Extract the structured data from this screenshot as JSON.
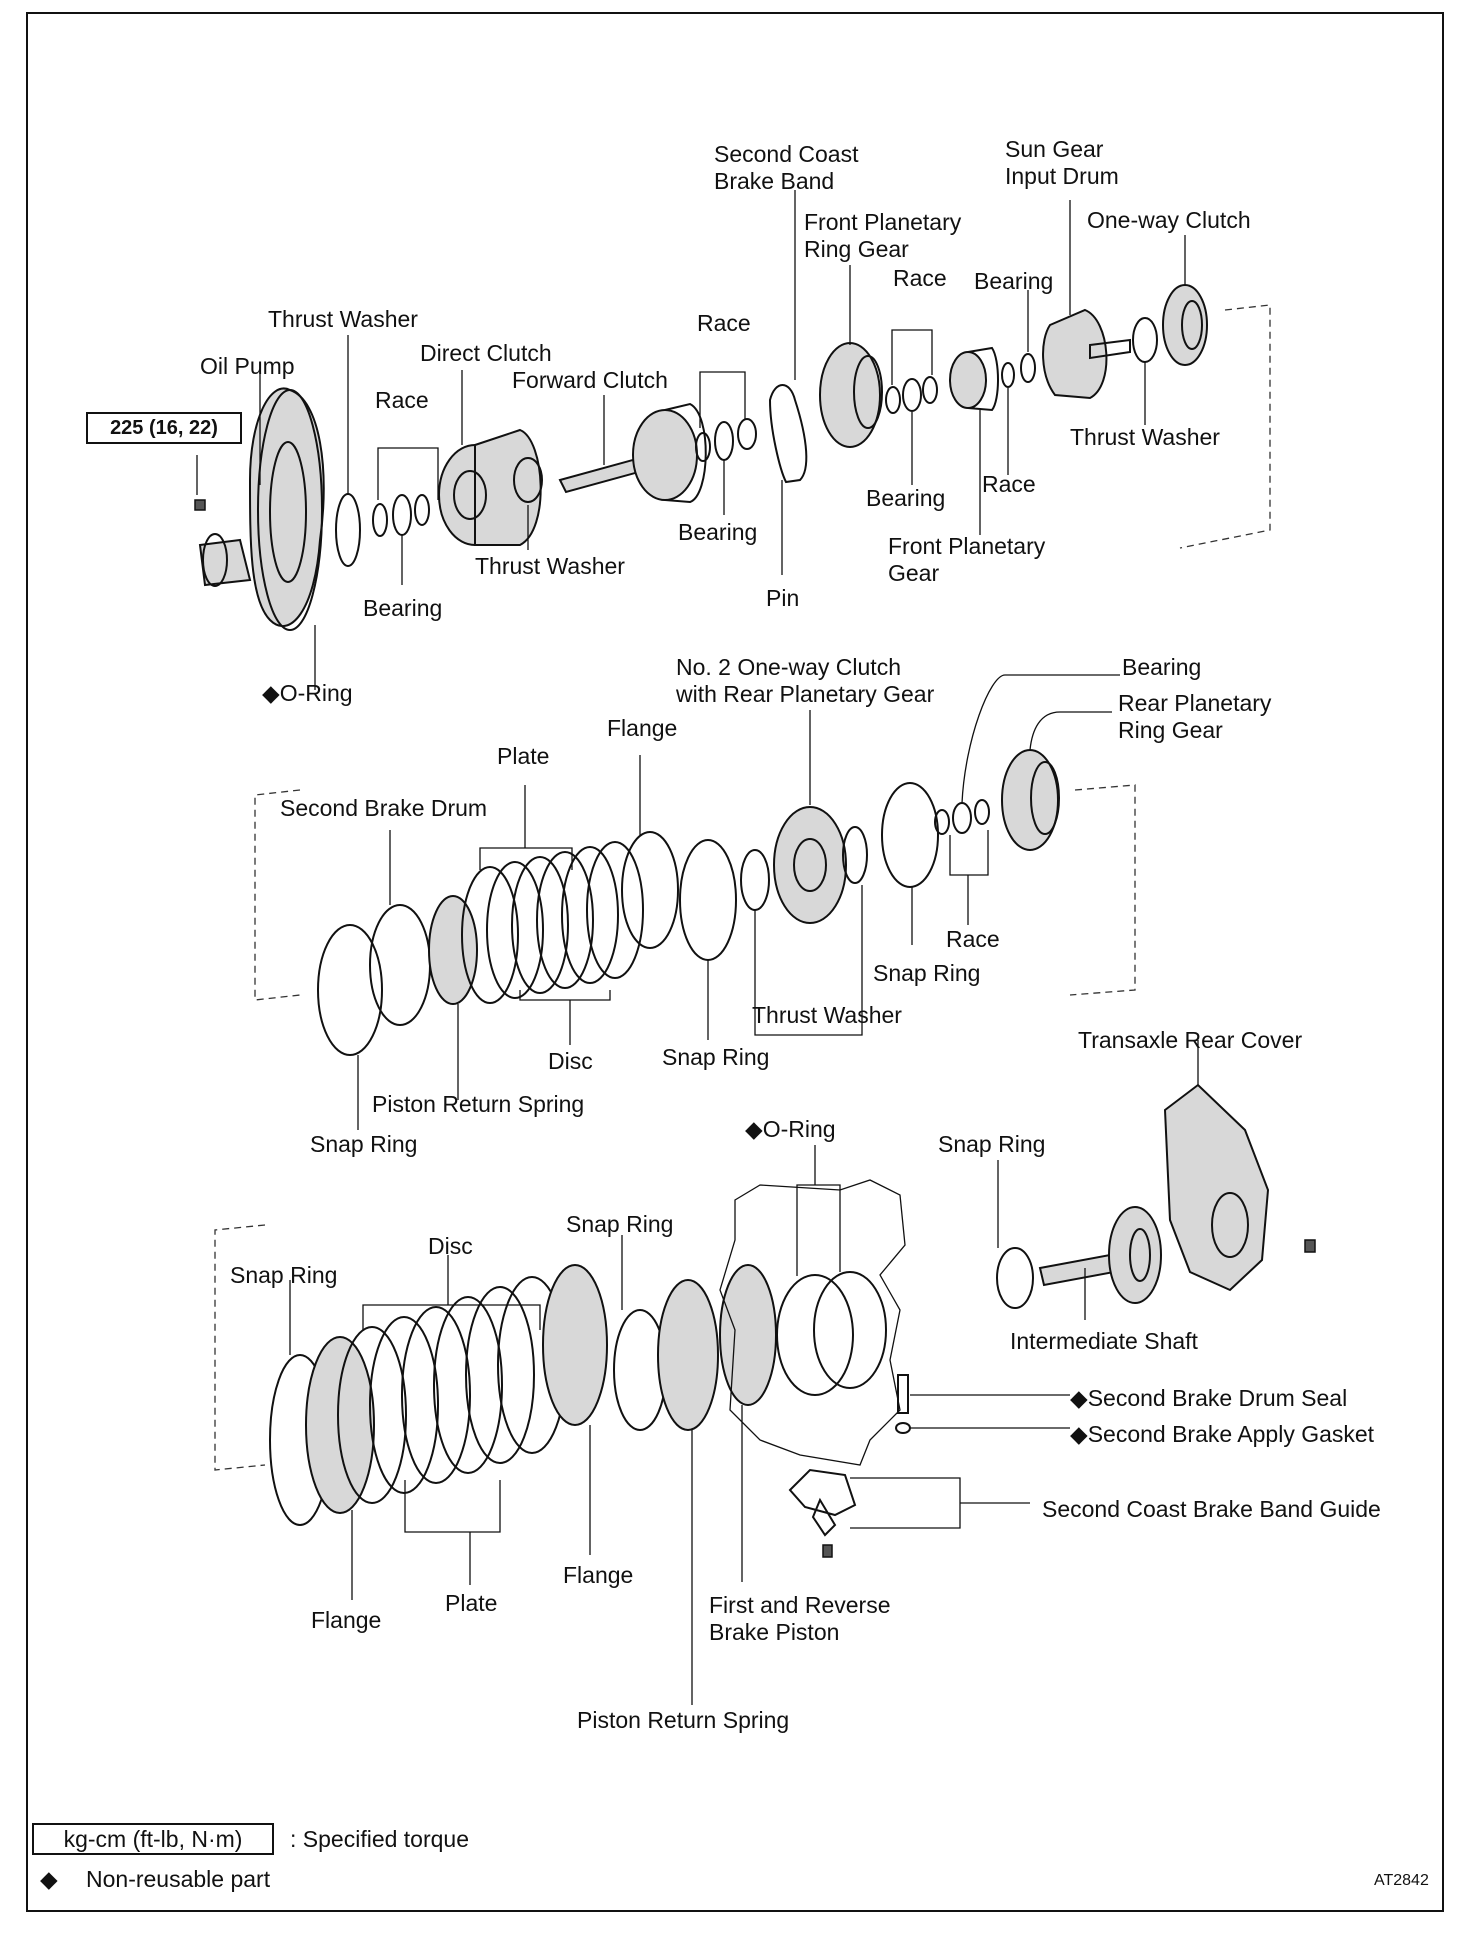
{
  "torque_spec": "225 (16, 22)",
  "labels": {
    "oil_pump": "Oil Pump",
    "thrust_washer_1": "Thrust Washer",
    "race_1": "Race",
    "bearing_1": "Bearing",
    "o_ring_1": "◆O-Ring",
    "direct_clutch": "Direct Clutch",
    "thrust_washer_2": "Thrust Washer",
    "forward_clutch": "Forward Clutch",
    "race_2": "Race",
    "bearing_2": "Bearing",
    "second_coast_brake_band_1": "Second Coast",
    "second_coast_brake_band_2": "Brake Band",
    "pin": "Pin",
    "front_planetary_ring_gear_1": "Front Planetary",
    "front_planetary_ring_gear_2": "Ring Gear",
    "race_3": "Race",
    "bearing_3": "Bearing",
    "front_planetary_gear_1": "Front Planetary",
    "front_planetary_gear_2": "Gear",
    "bearing_4": "Bearing",
    "race_4": "Race",
    "sun_gear_input_drum_1": "Sun Gear",
    "sun_gear_input_drum_2": "Input Drum",
    "one_way_clutch": "One-way Clutch",
    "thrust_washer_3": "Thrust Washer",
    "second_brake_drum": "Second Brake Drum",
    "plate_1": "Plate",
    "flange_1": "Flange",
    "disc_1": "Disc",
    "piston_return_spring_1": "Piston Return Spring",
    "snap_ring_1": "Snap Ring",
    "snap_ring_2": "Snap Ring",
    "no2_one_way_clutch_1": "No. 2 One-way Clutch",
    "no2_one_way_clutch_2": "with Rear Planetary Gear",
    "thrust_washer_4": "Thrust Washer",
    "snap_ring_3": "Snap Ring",
    "bearing_5": "Bearing",
    "rear_planetary_ring_gear_1": "Rear Planetary",
    "rear_planetary_ring_gear_2": "Ring Gear",
    "race_5": "Race",
    "transaxle_rear_cover": "Transaxle Rear Cover",
    "o_ring_2": "◆O-Ring",
    "snap_ring_4": "Snap Ring",
    "snap_ring_5": "Snap Ring",
    "snap_ring_6": "Snap Ring",
    "disc_2": "Disc",
    "intermediate_shaft": "Intermediate Shaft",
    "second_brake_drum_seal": "◆Second Brake Drum Seal",
    "second_brake_apply_gasket": "◆Second Brake Apply Gasket",
    "second_coast_brake_band_guide": "Second Coast Brake Band Guide",
    "flange_2": "Flange",
    "plate_2": "Plate",
    "flange_3": "Flange",
    "first_reverse_piston_1": "First and Reverse",
    "first_reverse_piston_2": "Brake Piston",
    "piston_return_spring_2": "Piston Return Spring"
  },
  "legend": {
    "torque_unit": "kg-cm (ft-lb, N·m)",
    "torque_desc": ":  Specified torque",
    "non_reusable_symbol": "◆",
    "non_reusable_desc": "Non-reusable part"
  },
  "figure_code": "AT2842"
}
